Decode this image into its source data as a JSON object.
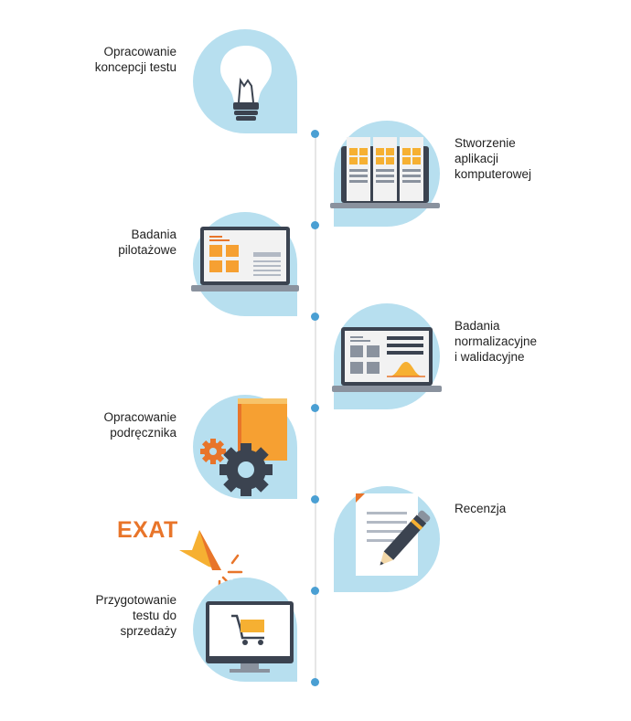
{
  "steps": [
    {
      "label": "Opracowanie\nkoncepcji testu"
    },
    {
      "label": "Stworzenie\naplikacji\nkomputerowej"
    },
    {
      "label": "Badania\npilotażowe"
    },
    {
      "label": "Badania\nnormalizacyjne\ni walidacyjne"
    },
    {
      "label": "Opracowanie\npodręcznika"
    },
    {
      "label": "Recenzja"
    },
    {
      "label": "Przygotowanie\ntestu do\nsprzedaży"
    }
  ],
  "brand": "EXAT",
  "colors": {
    "bubble": "#b7dfef",
    "accent_orange": "#e8752a",
    "dot": "#4a9fd3",
    "laptop_dark": "#3b4350",
    "yellow": "#f6b032"
  }
}
